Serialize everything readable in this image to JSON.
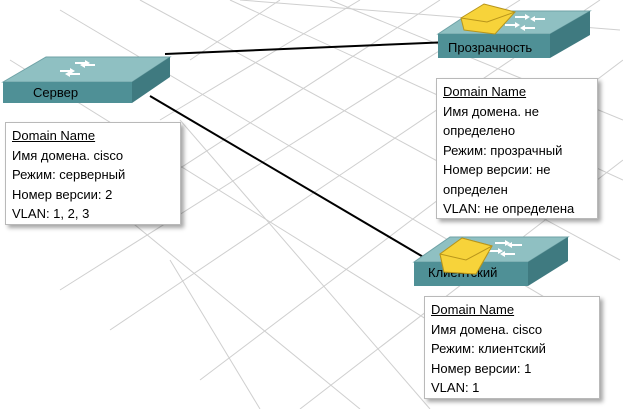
{
  "colors": {
    "switch_top": "#8fc0c2",
    "switch_front": "#4f9096",
    "switch_side": "#3f7a80",
    "envelope": "#f7d33a",
    "link": "#000000",
    "grid": "#c8c8c8"
  },
  "devices": {
    "server": {
      "label": "Сервер",
      "icon": "switch-icon"
    },
    "transparent": {
      "label": "Прозрачность",
      "icon": "switch-icon",
      "message_icon": "envelope-icon"
    },
    "client": {
      "label": "Клиентский",
      "icon": "switch-icon",
      "message_icon": "envelope-icon"
    }
  },
  "boxes": {
    "server": {
      "title": "Domain Name",
      "domain": "Имя домена. cisco",
      "mode": "Режим: серверный",
      "revision": "Номер версии: 2",
      "vlan": "VLAN: 1, 2, 3"
    },
    "transparent": {
      "title": "Domain Name",
      "domain": "Имя домена. не определено",
      "mode": "Режим: прозрачный",
      "revision": "Номер версии: не определен",
      "vlan": "VLAN: не определена"
    },
    "client": {
      "title": "Domain Name",
      "domain": "Имя домена. cisco",
      "mode": "Режим: клиентский",
      "revision": "Номер версии: 1",
      "vlan": "VLAN: 1"
    }
  }
}
